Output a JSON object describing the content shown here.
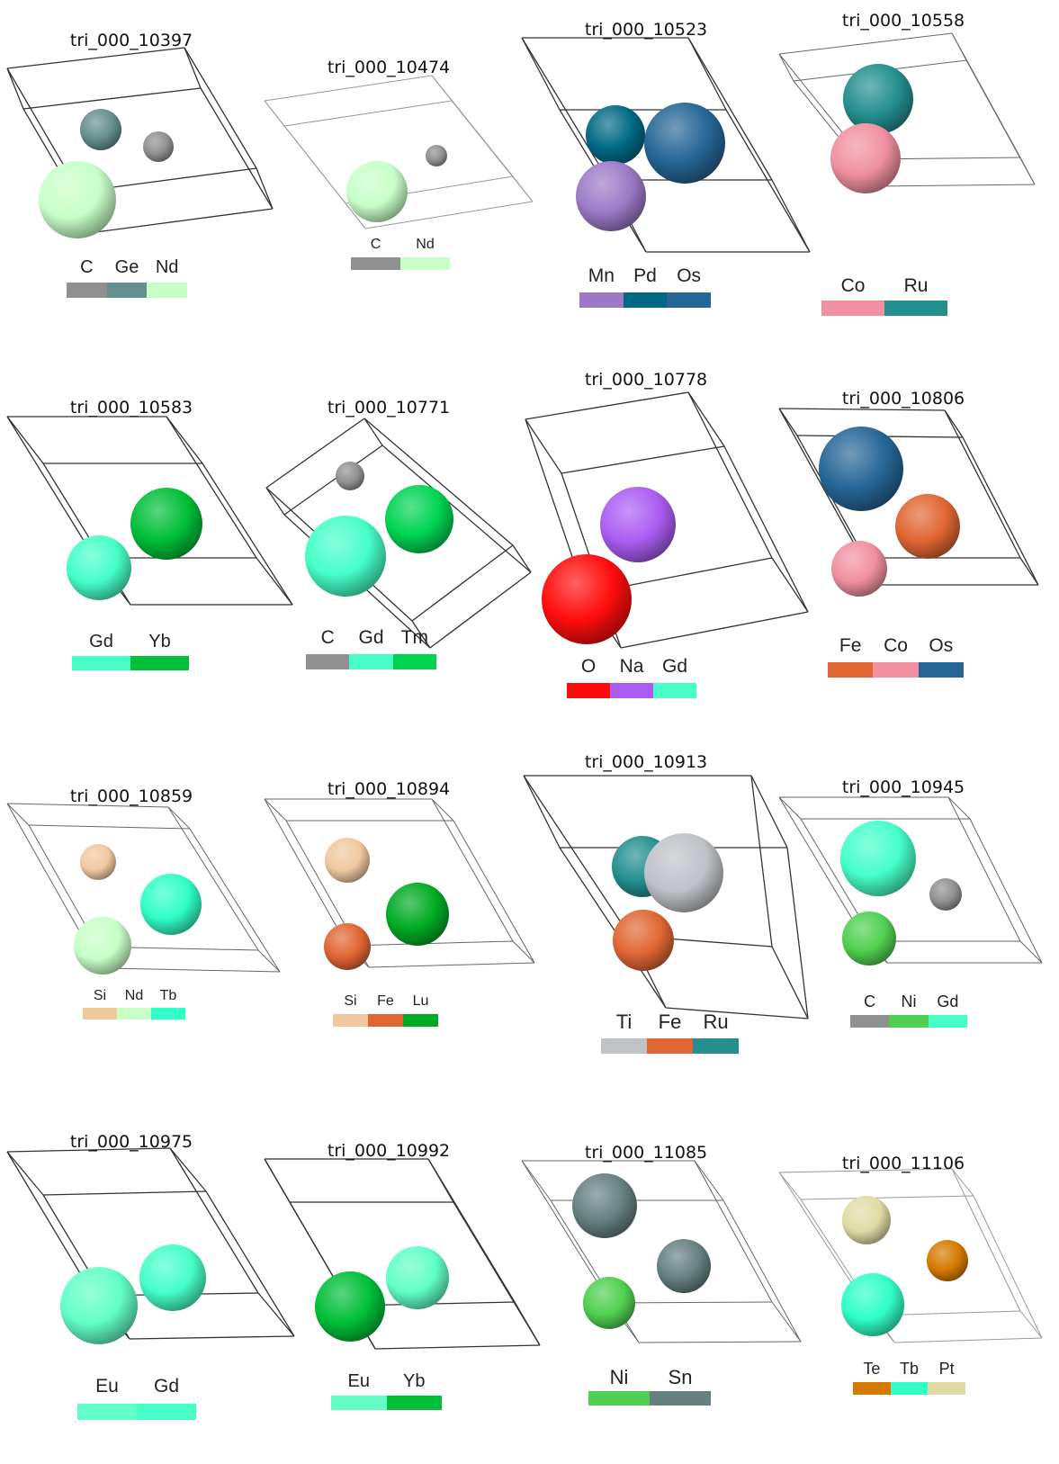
{
  "structures": [
    {
      "title": "tri_000_10397",
      "legend": [
        {
          "label": "C",
          "color": "#909090"
        },
        {
          "label": "Ge",
          "color": "#668f8f"
        },
        {
          "label": "Nd",
          "color": "#c7ffc7"
        }
      ]
    },
    {
      "title": "tri_000_10474",
      "legend": [
        {
          "label": "C",
          "color": "#909090"
        },
        {
          "label": "Nd",
          "color": "#c7ffc7"
        }
      ]
    },
    {
      "title": "tri_000_10523",
      "legend": [
        {
          "label": "Mn",
          "color": "#9c7ac7"
        },
        {
          "label": "Pd",
          "color": "#006985"
        },
        {
          "label": "Os",
          "color": "#266696"
        }
      ]
    },
    {
      "title": "tri_000_10558",
      "legend": [
        {
          "label": "Co",
          "color": "#f090a0"
        },
        {
          "label": "Ru",
          "color": "#248f8f"
        }
      ]
    },
    {
      "title": "tri_000_10583",
      "legend": [
        {
          "label": "Gd",
          "color": "#45ffc7"
        },
        {
          "label": "Yb",
          "color": "#00bf38"
        }
      ]
    },
    {
      "title": "tri_000_10771",
      "legend": [
        {
          "label": "C",
          "color": "#909090"
        },
        {
          "label": "Gd",
          "color": "#45ffc7"
        },
        {
          "label": "Tm",
          "color": "#00d452"
        }
      ]
    },
    {
      "title": "tri_000_10778",
      "legend": [
        {
          "label": "O",
          "color": "#ff0d0d"
        },
        {
          "label": "Na",
          "color": "#ab5cf2"
        },
        {
          "label": "Gd",
          "color": "#45ffc7"
        }
      ]
    },
    {
      "title": "tri_000_10806",
      "legend": [
        {
          "label": "Fe",
          "color": "#e06633"
        },
        {
          "label": "Co",
          "color": "#f090a0"
        },
        {
          "label": "Os",
          "color": "#266696"
        }
      ]
    },
    {
      "title": "tri_000_10859",
      "legend": [
        {
          "label": "Si",
          "color": "#f0c8a0"
        },
        {
          "label": "Nd",
          "color": "#c7ffc7"
        },
        {
          "label": "Tb",
          "color": "#30ffc7"
        }
      ]
    },
    {
      "title": "tri_000_10894",
      "legend": [
        {
          "label": "Si",
          "color": "#f0c8a0"
        },
        {
          "label": "Fe",
          "color": "#e06633"
        },
        {
          "label": "Lu",
          "color": "#00ab24"
        }
      ]
    },
    {
      "title": "tri_000_10913",
      "legend": [
        {
          "label": "Ti",
          "color": "#bfc2c7"
        },
        {
          "label": "Fe",
          "color": "#e06633"
        },
        {
          "label": "Ru",
          "color": "#248f8f"
        }
      ]
    },
    {
      "title": "tri_000_10945",
      "legend": [
        {
          "label": "C",
          "color": "#909090"
        },
        {
          "label": "Ni",
          "color": "#50d050"
        },
        {
          "label": "Gd",
          "color": "#45ffc7"
        }
      ]
    },
    {
      "title": "tri_000_10975",
      "legend": [
        {
          "label": "Eu",
          "color": "#61ffc7"
        },
        {
          "label": "Gd",
          "color": "#45ffc7"
        }
      ]
    },
    {
      "title": "tri_000_10992",
      "legend": [
        {
          "label": "Eu",
          "color": "#61ffc7"
        },
        {
          "label": "Yb",
          "color": "#00bf38"
        }
      ]
    },
    {
      "title": "tri_000_11085",
      "legend": [
        {
          "label": "Ni",
          "color": "#50d050"
        },
        {
          "label": "Sn",
          "color": "#668080"
        }
      ]
    },
    {
      "title": "tri_000_11106",
      "legend": [
        {
          "label": "Te",
          "color": "#d47a00"
        },
        {
          "label": "Tb",
          "color": "#30ffc7"
        },
        {
          "label": "Pt",
          "color": "#e0dba5"
        }
      ]
    }
  ]
}
